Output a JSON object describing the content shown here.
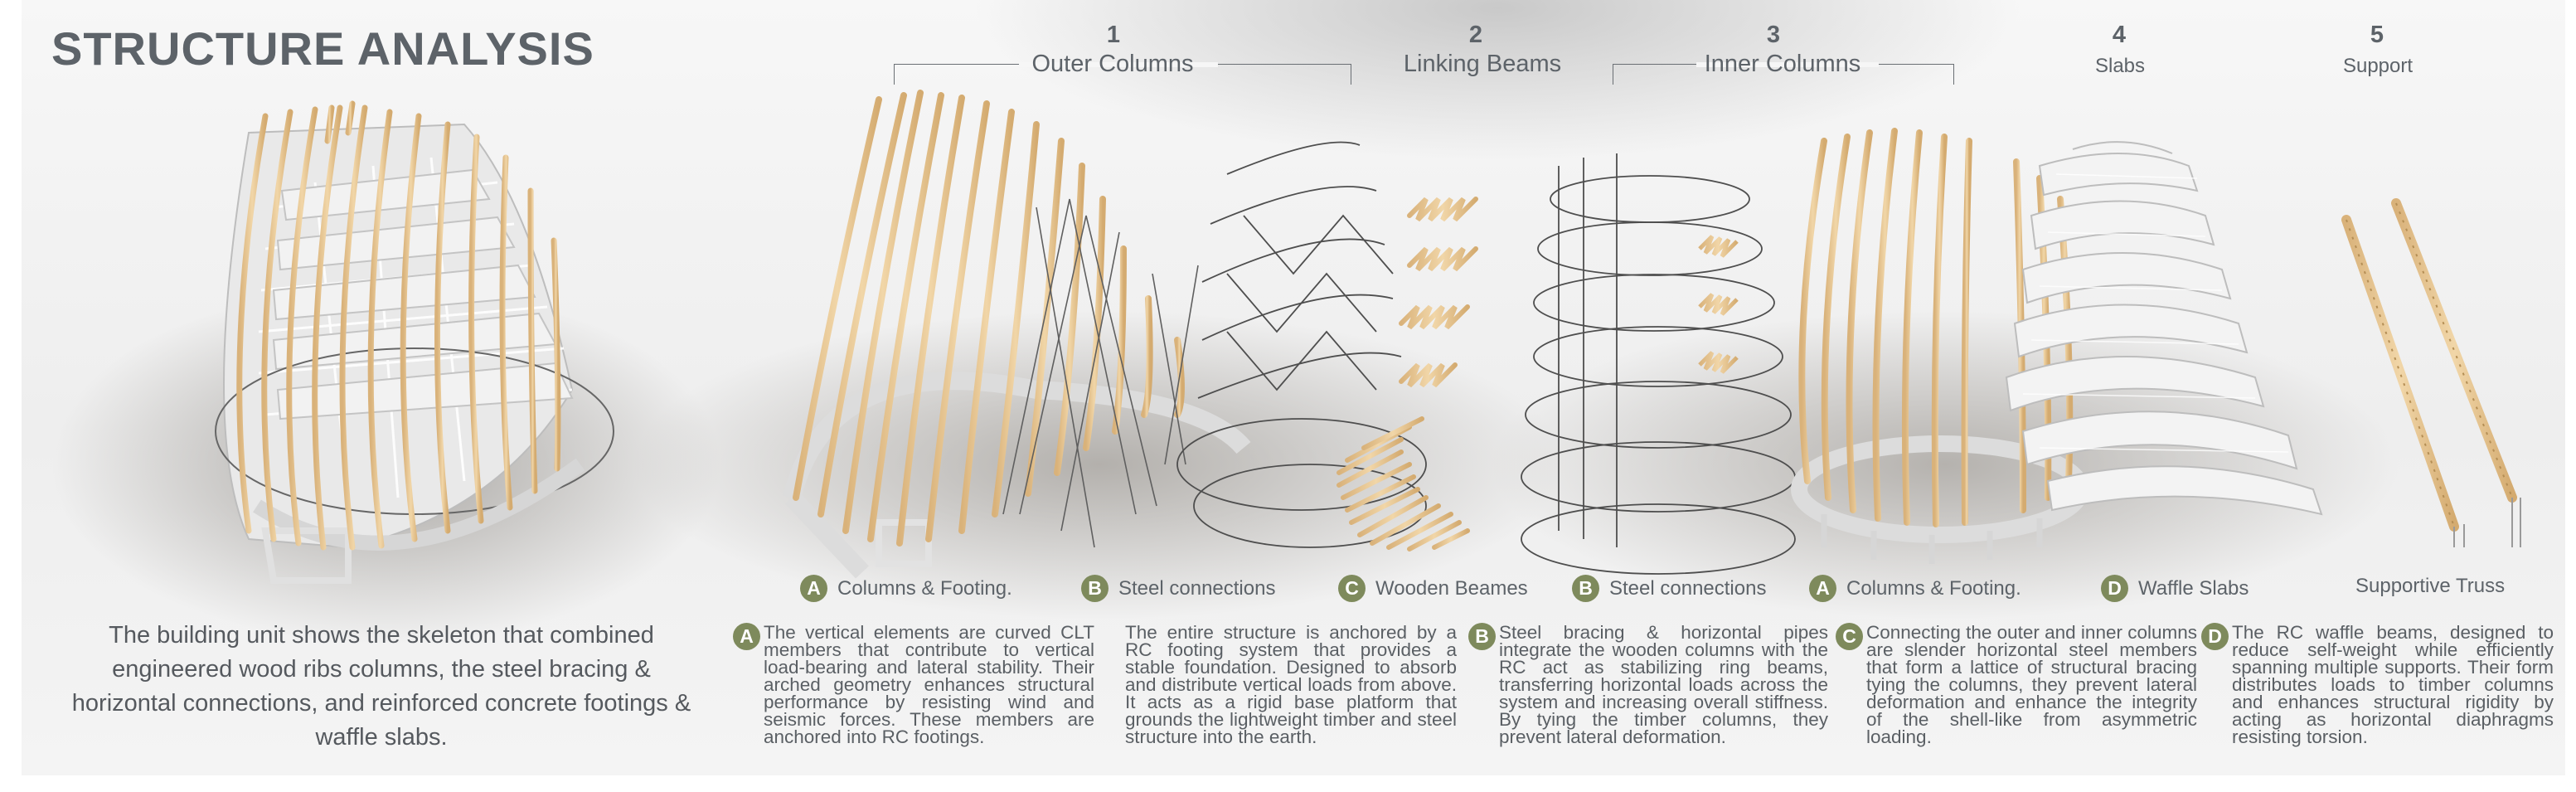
{
  "title": "STRUCTURE ANALYSIS",
  "sections": [
    {
      "number": "1",
      "name": "Outer Columns"
    },
    {
      "number": "2",
      "name": "Linking Beams"
    },
    {
      "number": "3",
      "name": "Inner Columns"
    },
    {
      "number": "4",
      "name": "Slabs"
    },
    {
      "number": "5",
      "name": "Support"
    }
  ],
  "component_labels": [
    {
      "badge": "A",
      "text": "Columns & Footing."
    },
    {
      "badge": "B",
      "text": "Steel connections"
    },
    {
      "badge": "C",
      "text": "Wooden Beames"
    },
    {
      "badge": "B",
      "text": "Steel connections"
    },
    {
      "badge": "A",
      "text": "Columns & Footing."
    },
    {
      "badge": "D",
      "text": "Waffle Slabs"
    },
    {
      "badge": "",
      "text": "Supportive Truss"
    }
  ],
  "intro": "The building unit shows the skeleton that combined engineered wood ribs columns, the steel bracing & horizontal connections, and reinforced concrete footings & waffle slabs.",
  "descriptions": [
    {
      "badge": "A",
      "text": "The vertical elements are curved CLT members that contribute to vertical load-bearing and lateral stability. Their arched geometry enhances structural performance by resisting wind and seismic forces. These members are anchored into RC footings."
    },
    {
      "badge": "",
      "text": "The entire structure is anchored by a RC footing system that provides a stable foundation. Designed to absorb and distribute vertical loads from above. It acts as a rigid base platform that grounds the lightweight timber and steel structure into the earth."
    },
    {
      "badge": "B",
      "text": "Steel bracing & horizontal pipes integrate the wooden columns with the RC act as stabilizing ring beams, transferring horizontal loads across the system and increasing overall stiffness. By tying the timber columns, they prevent lateral deformation."
    },
    {
      "badge": "C",
      "text": "Connecting the outer and inner columns are slender horizontal steel members that form a lattice of structural bracing tying the columns, they prevent lateral deformation and enhance the integrity of the shell-like from asymmetric loading."
    },
    {
      "badge": "D",
      "text": "The RC waffle beams, designed to reduce self-weight while efficiently spanning multiple supports. Their form distributes loads to timber columns and enhances structural rigidity by acting as horizontal diaphragms resisting torsion."
    }
  ],
  "colors": {
    "badge": "#7e8a5c",
    "timber": "#e6c48f",
    "text": "#5d6369"
  }
}
